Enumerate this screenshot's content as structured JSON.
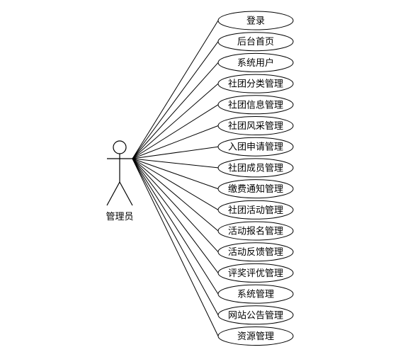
{
  "actor": {
    "name": "管理员"
  },
  "use_cases": [
    "登录",
    "后台首页",
    "系统用户",
    "社团分类管理",
    "社团信息管理",
    "社团风采管理",
    "入团申请管理",
    "社团成员管理",
    "缴费通知管理",
    "社团活动管理",
    "活动报名管理",
    "活动反馈管理",
    "评奖评优管理",
    "系统管理",
    "网站公告管理",
    "资源管理"
  ],
  "colors": {
    "stroke": "#000000",
    "fill": "#ffffff"
  }
}
